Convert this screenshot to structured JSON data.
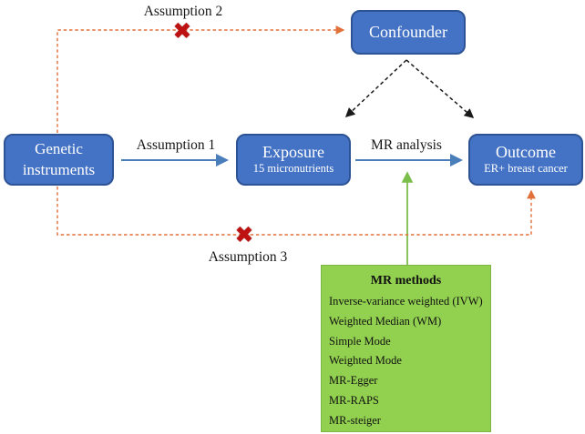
{
  "nodes": {
    "genetic": {
      "label": "Genetic instruments"
    },
    "exposure": {
      "title": "Exposure",
      "subtitle": "15 micronutrients"
    },
    "outcome": {
      "title": "Outcome",
      "subtitle": "ER+ breast cancer"
    },
    "confounder": {
      "label": "Confounder"
    }
  },
  "labels": {
    "assumption1": "Assumption 1",
    "assumption2": "Assumption 2",
    "assumption3": "Assumption 3",
    "mr_analysis": "MR analysis"
  },
  "methods": {
    "title": "MR methods",
    "items": [
      "Inverse-variance weighted (IVW)",
      "Weighted Median (WM)",
      "Simple Mode",
      "Weighted Mode",
      "MR-Egger",
      "MR-RAPS",
      "MR-steiger"
    ]
  },
  "icons": {
    "cross": "✖"
  },
  "colors": {
    "node_fill": "#4472C4",
    "node_border": "#2E5395",
    "node_text": "#FFFFFF",
    "arrow_blue": "#4A7EBB",
    "arrow_green": "#7CBE4C",
    "dashed_orange": "#E2703A",
    "dashed_black": "#1A1A1A",
    "cross_red": "#BE1212",
    "methods_fill": "#92D050",
    "label_text": "#151515"
  }
}
